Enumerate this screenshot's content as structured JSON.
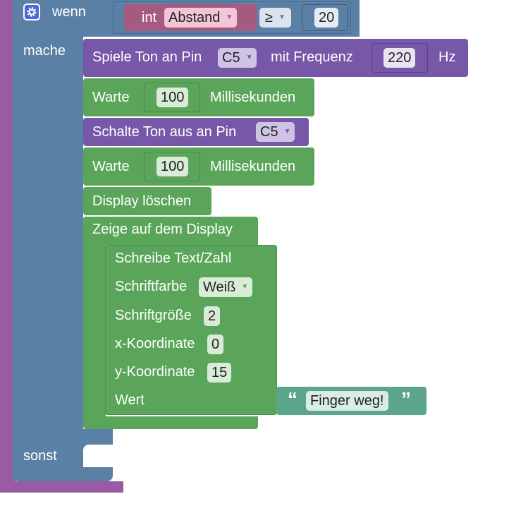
{
  "if_block": {
    "if_label": "wenn",
    "do_label": "mache",
    "else_label": "sonst",
    "condition": {
      "type_label": "int",
      "variable": "Abstand",
      "operator": "≥",
      "value": "20"
    }
  },
  "tone_block": {
    "prefix": "Spiele Ton an Pin",
    "pin": "C5",
    "middle": "mit Frequenz",
    "frequency": "220",
    "unit": "Hz"
  },
  "wait_1": {
    "label": "Warte",
    "value": "100",
    "unit": "Millisekunden"
  },
  "tone_off": {
    "label": "Schalte Ton aus an Pin",
    "pin": "C5"
  },
  "wait_2": {
    "label": "Warte",
    "value": "100",
    "unit": "Millisekunden"
  },
  "display_clear": {
    "label": "Display löschen"
  },
  "display_show": {
    "label": "Zeige auf dem Display"
  },
  "write_text": {
    "title": "Schreibe Text/Zahl",
    "color_label": "Schriftfarbe",
    "color_value": "Weiß",
    "size_label": "Schriftgröße",
    "size_value": "2",
    "x_label": "x-Koordinate",
    "x_value": "0",
    "y_label": "y-Koordinate",
    "y_value": "15",
    "value_label": "Wert",
    "text_open_quote": "“",
    "text_value": "Finger weg!",
    "text_close_quote": "”"
  },
  "colors": {
    "logic": "#5b80a5",
    "sound": "#7657a8",
    "green": "#5ba55b",
    "text": "#5ba58c",
    "variable": "#a55b80",
    "procedure": "#9a5ba5"
  },
  "icons": {
    "settings": "gear-icon"
  }
}
